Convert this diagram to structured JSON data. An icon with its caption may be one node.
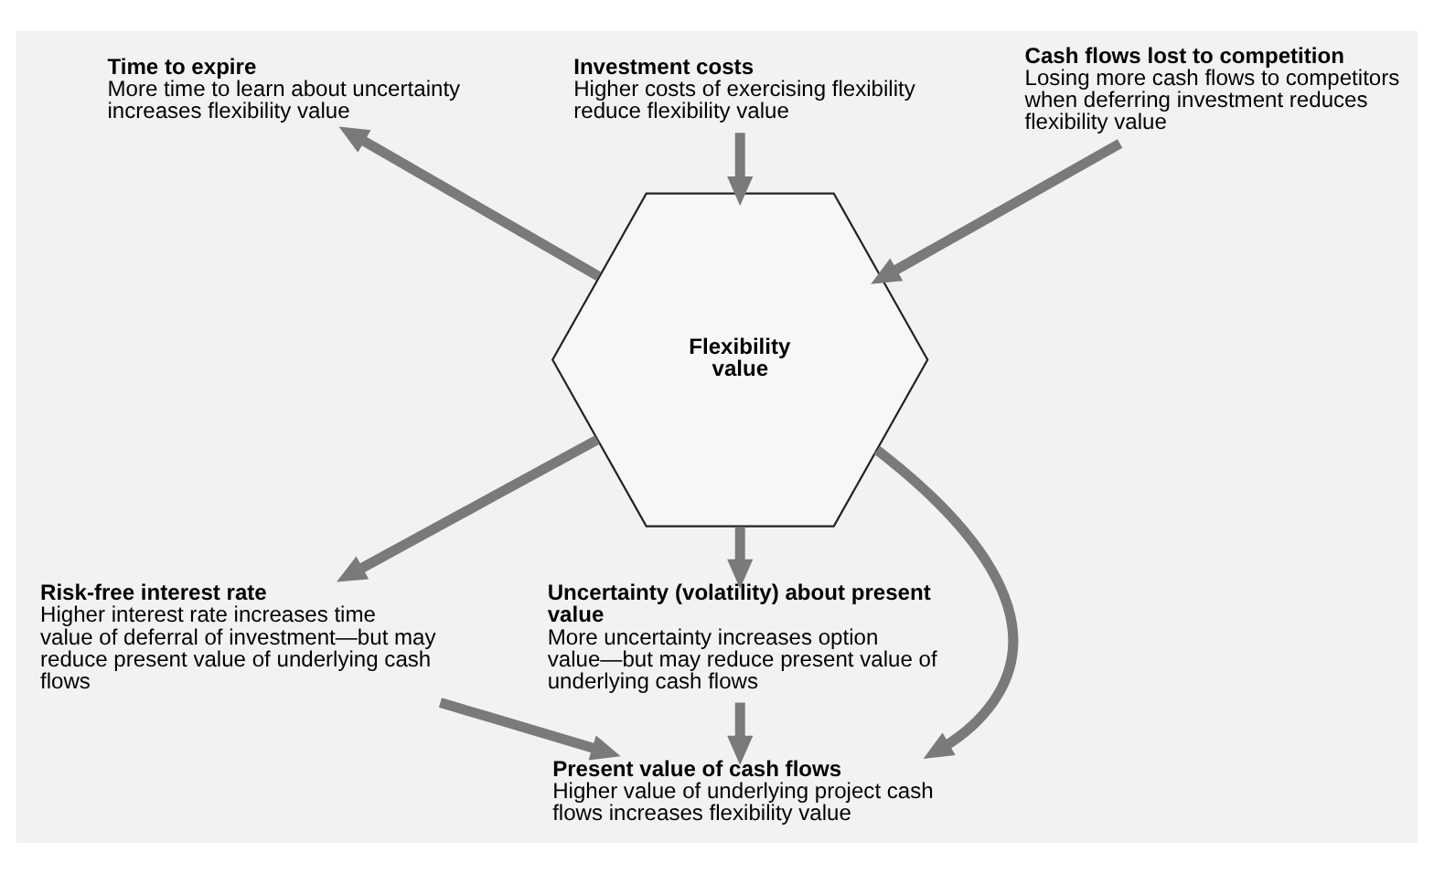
{
  "diagram": {
    "nodes": [
      {
        "text": [
          "Time to expire",
          "More time to learn about uncertainty increases flexibility value"
        ]
      },
      {
        "text": [
          "Investment costs",
          "Higher costs of exercising flexibility reduce flexibility value"
        ]
      },
      {
        "text": [
          "Cash flows lost to competition",
          "Losing more cash flows to competitors when deferring investment reduces flexibility value"
        ]
      },
      {
        "text": [
          "Flexibility value"
        ]
      },
      {
        "text": [
          "Risk-free interest rate",
          "Higher interest rate increases time value of deferral of investment—but may reduce present value of underlying cash flows"
        ]
      },
      {
        "text": [
          "Uncertainty (volatility) about present value",
          "More uncertainty increases option value—but may reduce present value of underlying cash flows"
        ]
      },
      {
        "text": [
          "Present value of cash flows",
          "Higher value of underlying project cash flows increases flexibility value"
        ]
      }
    ],
    "edges": [
      {
        "from": 1,
        "to": 3,
        "arrow": "to"
      },
      {
        "from": 2,
        "to": 3,
        "arrow": "to"
      },
      {
        "from": 3,
        "to": 0,
        "arrow": "to"
      },
      {
        "from": 3,
        "to": 4,
        "arrow": "to"
      },
      {
        "from": 3,
        "to": 6,
        "arrow": "to"
      },
      {
        "from": 3,
        "to": 5,
        "arrow": "to"
      },
      {
        "from": 4,
        "to": 6,
        "arrow": "to"
      },
      {
        "from": 5,
        "to": 6,
        "arrow": "to"
      }
    ]
  }
}
